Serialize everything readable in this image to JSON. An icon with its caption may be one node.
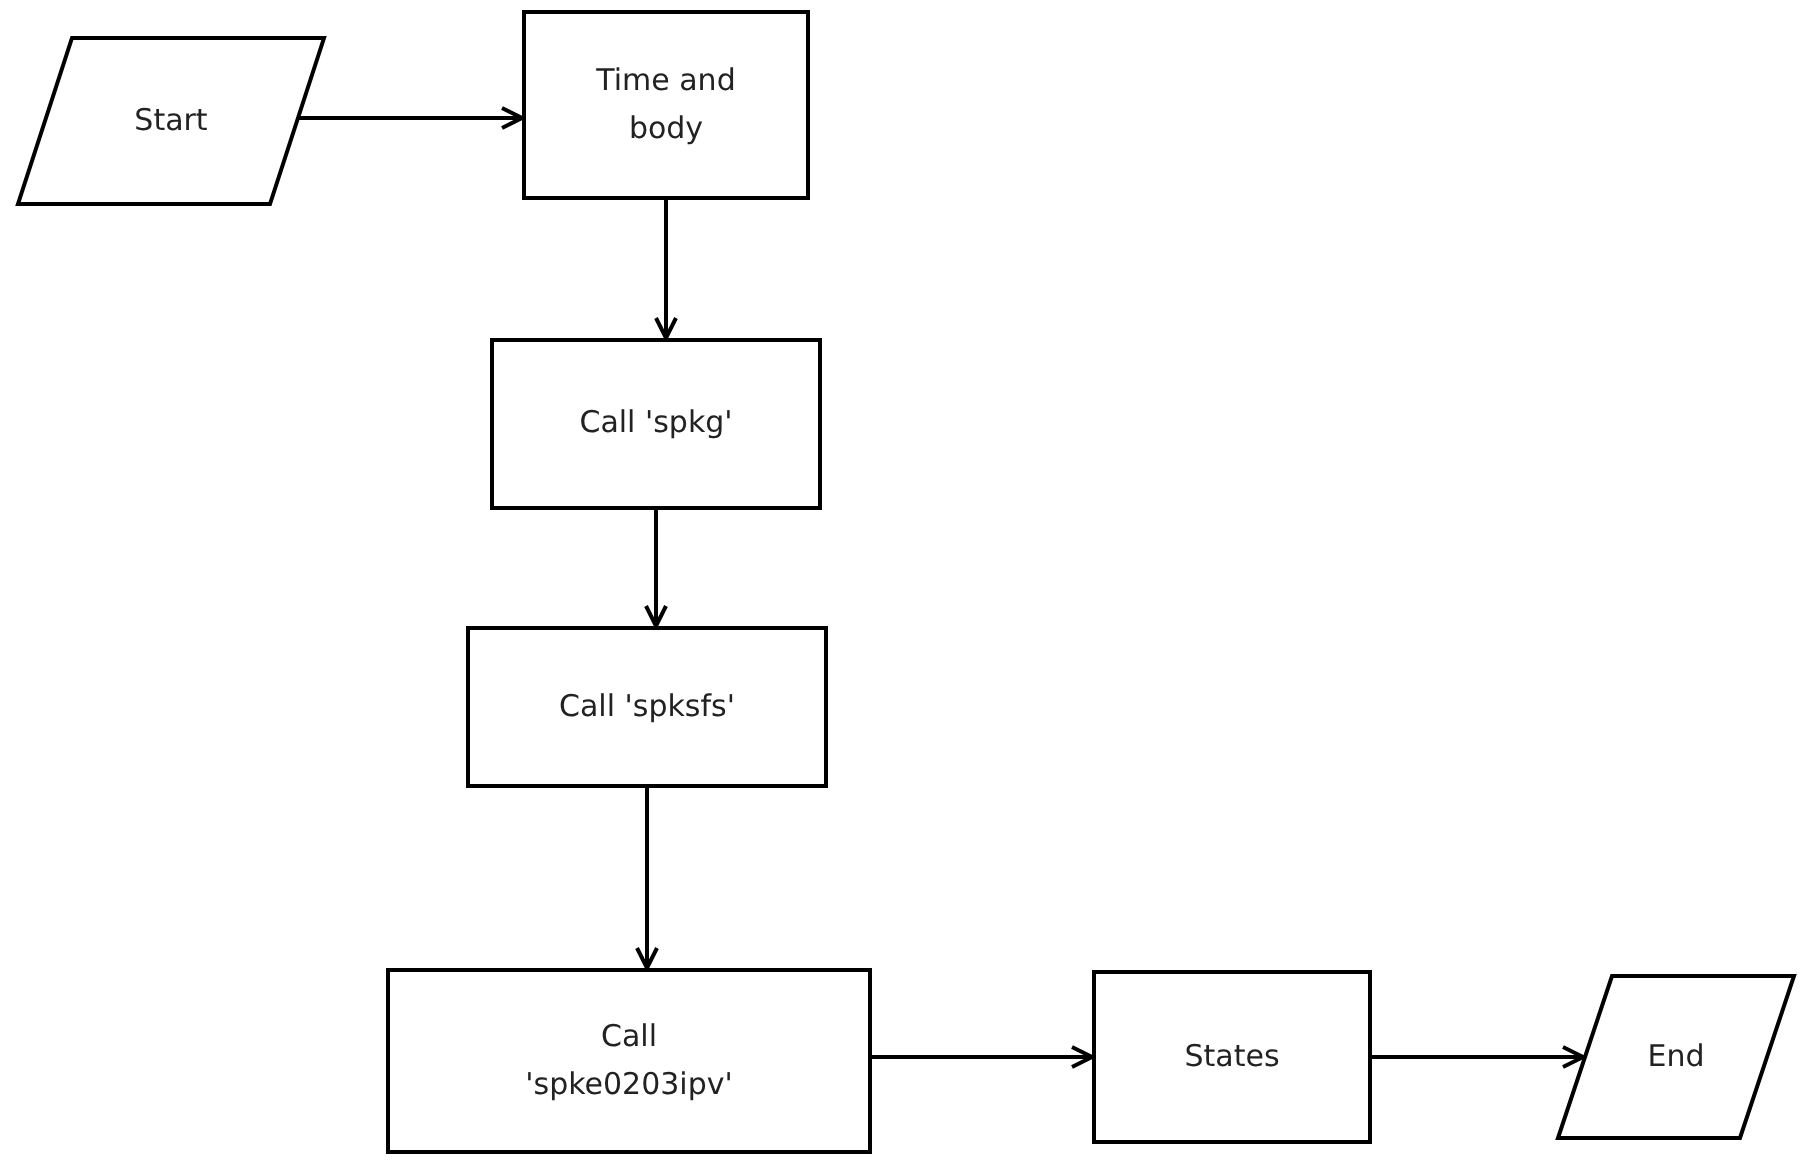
{
  "diagram": {
    "nodes": [
      {
        "text": [
          "Start"
        ]
      },
      {
        "text": [
          "Time and body"
        ]
      },
      {
        "text": [
          "Call 'spkg'"
        ]
      },
      {
        "text": [
          "Call 'spksfs'"
        ]
      },
      {
        "text": [
          "Call 'spke0203ipv'"
        ]
      },
      {
        "text": [
          "States"
        ]
      },
      {
        "text": [
          "End"
        ]
      }
    ],
    "edges": [
      {
        "from": 0,
        "to": 1,
        "arrow": "to"
      },
      {
        "from": 1,
        "to": 2,
        "arrow": "to"
      },
      {
        "from": 2,
        "to": 3,
        "arrow": "to"
      },
      {
        "from": 3,
        "to": 4,
        "arrow": "to"
      },
      {
        "from": 4,
        "to": 5,
        "arrow": "to"
      },
      {
        "from": 5,
        "to": 6,
        "arrow": "to"
      }
    ]
  }
}
